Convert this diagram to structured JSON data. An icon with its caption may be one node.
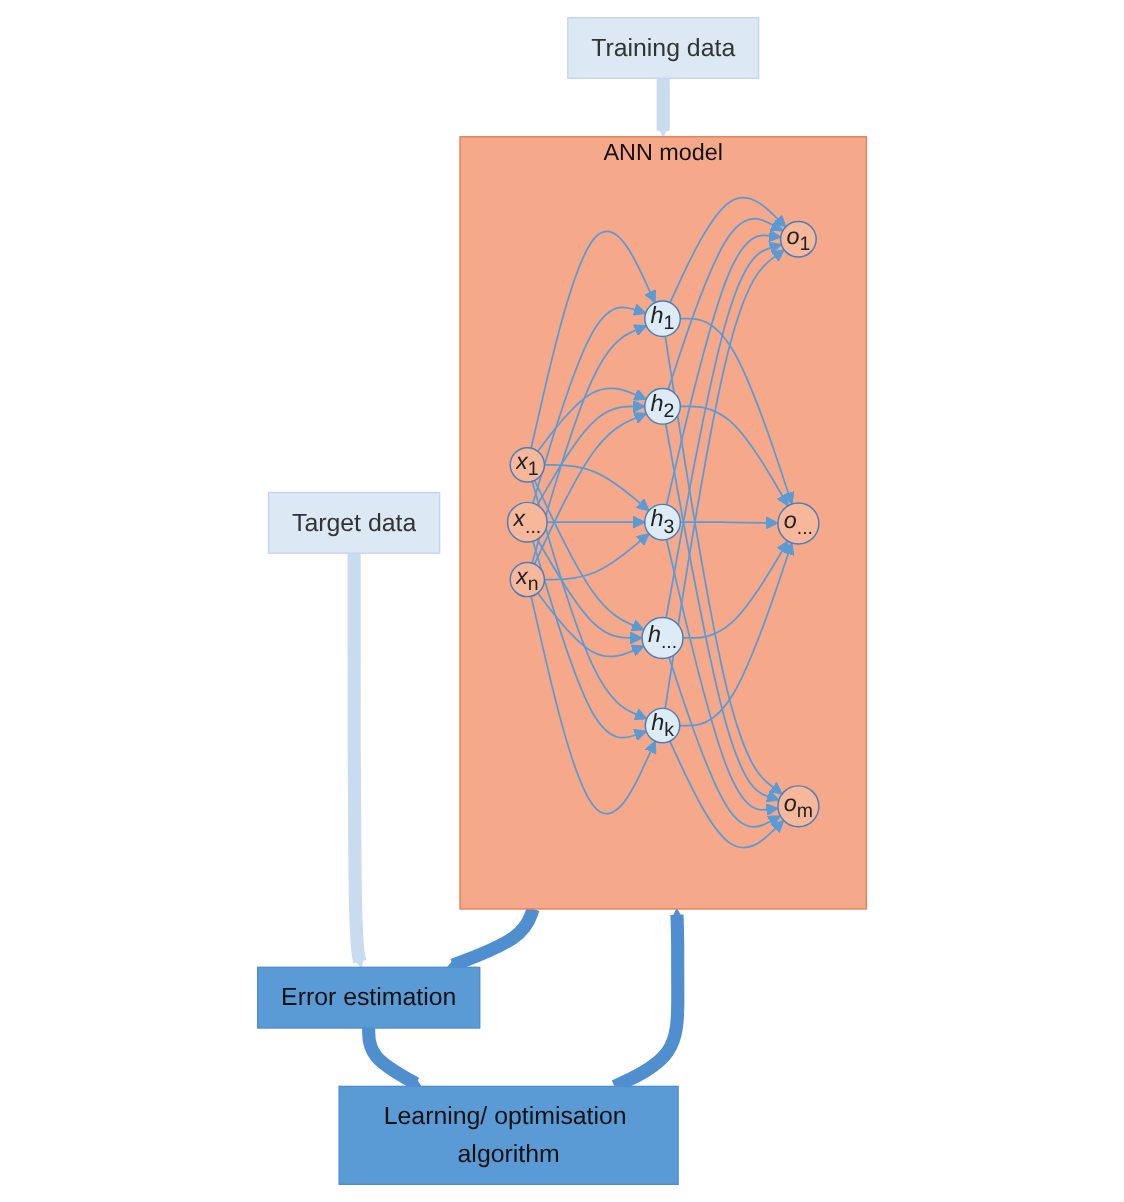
{
  "diagram": {
    "nodes": [
      {
        "text": [
          "Training data"
        ]
      },
      {
        "text": [
          "Target data"
        ]
      },
      {
        "text": [
          "ANN model"
        ]
      },
      {
        "text": [
          "x$_{1}$"
        ],
        "in": 2
      },
      {
        "text": [
          "x$_{...}$"
        ],
        "in": 2
      },
      {
        "text": [
          "x$_{n}$"
        ],
        "in": 2
      },
      {
        "text": [
          "h$_{1}$"
        ],
        "in": 2
      },
      {
        "text": [
          "h$_{2}$"
        ],
        "in": 2
      },
      {
        "text": [
          "h$_{3}$"
        ],
        "in": 2
      },
      {
        "text": [
          "h$_{...}$"
        ],
        "in": 2
      },
      {
        "text": [
          "h$_{k}$"
        ],
        "in": 2
      },
      {
        "text": [
          "o$_{1}$"
        ],
        "in": 2
      },
      {
        "text": [
          "o$_{...}$"
        ],
        "in": 2
      },
      {
        "text": [
          "o$_{m}$"
        ],
        "in": 2
      },
      {
        "text": [
          "Error estimation"
        ]
      },
      {
        "text": [
          "Learning/ optimisation algorithm"
        ]
      }
    ],
    "edges": [
      {
        "from": 0,
        "to": 2,
        "arrow": "to",
        "style": "thick",
        "color": "#c9dcef"
      },
      {
        "from": 1,
        "to": 14,
        "arrow": "to",
        "style": "thick",
        "color": "#c9dcef"
      },
      {
        "from": 3,
        "to": 6,
        "arrow": "to"
      },
      {
        "from": 3,
        "to": 7,
        "arrow": "to"
      },
      {
        "from": 3,
        "to": 8,
        "arrow": "to"
      },
      {
        "from": 3,
        "to": 9,
        "arrow": "to"
      },
      {
        "from": 3,
        "to": 10,
        "arrow": "to"
      },
      {
        "from": 4,
        "to": 6,
        "arrow": "to"
      },
      {
        "from": 4,
        "to": 7,
        "arrow": "to"
      },
      {
        "from": 4,
        "to": 8,
        "arrow": "to"
      },
      {
        "from": 4,
        "to": 9,
        "arrow": "to"
      },
      {
        "from": 4,
        "to": 10,
        "arrow": "to"
      },
      {
        "from": 5,
        "to": 6,
        "arrow": "to"
      },
      {
        "from": 5,
        "to": 7,
        "arrow": "to"
      },
      {
        "from": 5,
        "to": 8,
        "arrow": "to"
      },
      {
        "from": 5,
        "to": 9,
        "arrow": "to"
      },
      {
        "from": 5,
        "to": 10,
        "arrow": "to"
      },
      {
        "from": 6,
        "to": 11,
        "arrow": "to"
      },
      {
        "from": 6,
        "to": 12,
        "arrow": "to"
      },
      {
        "from": 6,
        "to": 13,
        "arrow": "to"
      },
      {
        "from": 7,
        "to": 11,
        "arrow": "to"
      },
      {
        "from": 7,
        "to": 12,
        "arrow": "to"
      },
      {
        "from": 7,
        "to": 13,
        "arrow": "to"
      },
      {
        "from": 8,
        "to": 11,
        "arrow": "to"
      },
      {
        "from": 8,
        "to": 12,
        "arrow": "to"
      },
      {
        "from": 8,
        "to": 13,
        "arrow": "to"
      },
      {
        "from": 9,
        "to": 11,
        "arrow": "to"
      },
      {
        "from": 9,
        "to": 12,
        "arrow": "to"
      },
      {
        "from": 9,
        "to": 13,
        "arrow": "to"
      },
      {
        "from": 10,
        "to": 11,
        "arrow": "to"
      },
      {
        "from": 10,
        "to": 12,
        "arrow": "to"
      },
      {
        "from": 10,
        "to": 13,
        "arrow": "to"
      },
      {
        "from": 2,
        "to": 14,
        "arrow": "to",
        "style": "thick",
        "color": "#4f8fd0"
      },
      {
        "from": 14,
        "to": 15,
        "arrow": "to",
        "style": "thick",
        "color": "#4f8fd0"
      },
      {
        "from": 15,
        "to": 2,
        "arrow": "to",
        "style": "thick",
        "color": "#4f8fd0"
      }
    ]
  }
}
